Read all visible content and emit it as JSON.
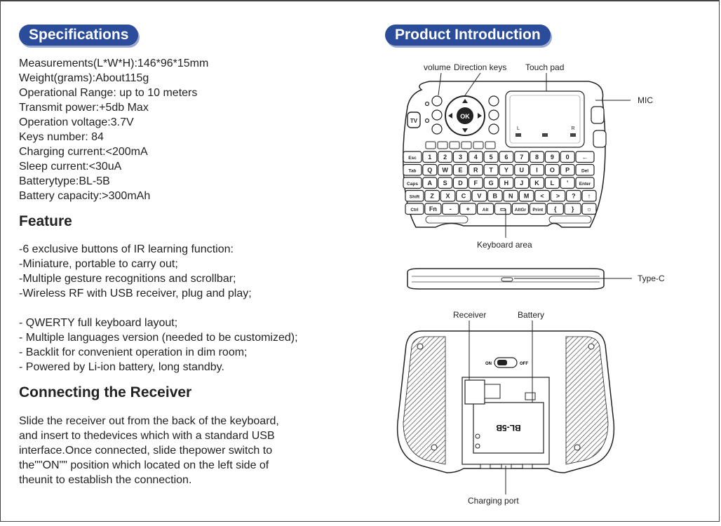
{
  "specifications": {
    "heading": "Specifications",
    "items": [
      "Measurements(L*W*H):146*96*15mm",
      "Weight(grams):About115g",
      "Operational Range: up to 10 meters",
      "Transmit power:+5db Max",
      "Operation voltage:3.7V",
      "Keys number: 84",
      "Charging current:<200mA",
      "Sleep current:<30uA",
      "Batterytype:BL-5B",
      "Battery capacity:>300mAh"
    ]
  },
  "feature": {
    "heading": "Feature",
    "lines": [
      "-6 exclusive buttons of IR learning function:",
      "-Miniature, portable to carry out;",
      "-Multiple gesture recognitions and scrollbar;",
      "-Wireless RF with USB receiver, plug and play;",
      "",
      "- QWERTY full keyboard layout;",
      "- Multiple languages version (needed to be customized);",
      "- Backlit for convenient operation in dim room;",
      "- Powered by Li-ion battery, long standby."
    ]
  },
  "connecting": {
    "heading": "Connecting the Receiver",
    "lines": [
      "Slide the receiver out from the back of the keyboard,",
      "and insert to thedevices which with a standard USB",
      "interface.Once connected, slide thepower switch to",
      "the\"\"ON\"\" position which located on the left side of",
      "theunit to establish the connection."
    ]
  },
  "product": {
    "heading": "Product Introduction",
    "labels": {
      "volume": "volume",
      "direction": "Direction keys",
      "touchpad": "Touch pad",
      "mic": "MIC",
      "keyboard_area": "Keyboard area",
      "typec": "Type-C",
      "receiver": "Receiver",
      "battery": "Battery",
      "charging_port": "Charging port"
    },
    "device_text": {
      "ok": "OK",
      "tv": "TV",
      "on": "ON",
      "off": "OFF",
      "battery_model": "BL-5B",
      "l": "L",
      "r": "R"
    },
    "key_rows": [
      [
        "Esc",
        "1",
        "2",
        "3",
        "4",
        "5",
        "6",
        "7",
        "8",
        "9",
        "0",
        "←"
      ],
      [
        "Tab",
        "Q",
        "W",
        "E",
        "R",
        "T",
        "Y",
        "U",
        "I",
        "O",
        "P",
        "Del"
      ],
      [
        "Caps",
        "A",
        "S",
        "D",
        "F",
        "G",
        "H",
        "J",
        "K",
        "L",
        "'",
        "Enter"
      ],
      [
        "Shift",
        "Z",
        "X",
        "C",
        "V",
        "B",
        "N",
        "M",
        "<",
        ">",
        "?",
        "↑"
      ],
      [
        "Ctrl",
        "Fn",
        "-",
        "+",
        "Alt",
        "▭",
        "AltGr",
        "Print",
        "{",
        "}",
        "☼"
      ]
    ]
  }
}
